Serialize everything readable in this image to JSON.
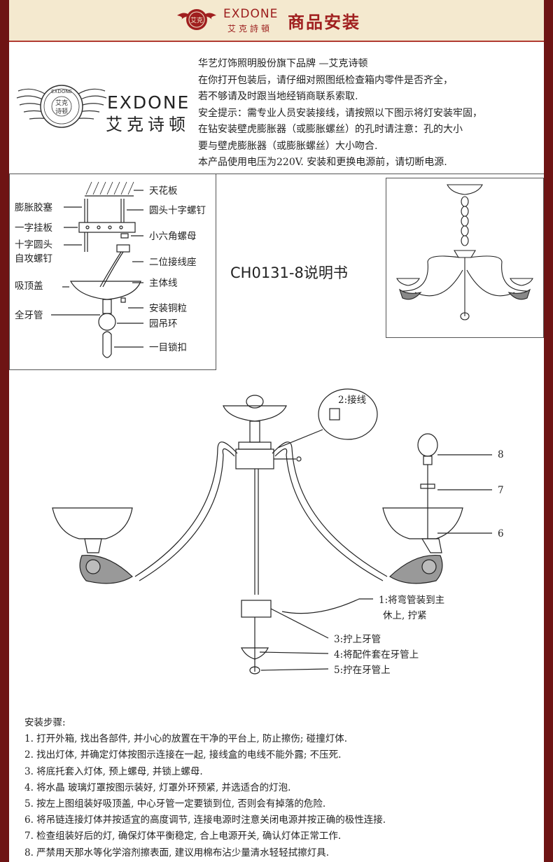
{
  "header": {
    "brand": "EXDONE",
    "brand_cn": "艾克詩頓",
    "title": "商品安装",
    "colors": {
      "accent": "#a01f1f",
      "background": "#f4e9cf",
      "outer": "#6e1414"
    }
  },
  "logo": {
    "brand": "EXDONE",
    "brand_cn": "艾克诗顿",
    "seal_text": "EXDONE",
    "seal_cn_top": "艾克",
    "seal_cn_bottom": "诗顿"
  },
  "intro": {
    "lines": [
      "华艺灯饰照明股份旗下品牌  —艾克诗顿",
      "在你打开包装后，请仔细对照图纸检查箱内零件是否齐全，",
      "若不够请及时跟当地经销商联系索取.",
      "安全提示：需专业人员安装接线，请按照以下图示将灯安装牢固，",
      "在钻安装壁虎膨胀器（或膨胀螺丝）的孔时请注意：孔的大小",
      "要与壁虎膨胀器（或膨胀螺丝）大小吻合.",
      "本产品使用电压为220V. 安装和更换电源前，请切断电源."
    ]
  },
  "parts_diagram": {
    "left_labels": {
      "anchor": "膨胀胶塞",
      "bracket": "一字挂板",
      "screw": "十字圆头",
      "screw2": "自攻螺钉",
      "canopy": "吸顶盖",
      "threaded_rod": "全牙管"
    },
    "right_labels": {
      "ceiling": "天花板",
      "round_screw": "圆头十字螺钉",
      "hex_nut": "小六角螺母",
      "terminal": "二位接线座",
      "main_wire": "主体线",
      "copper": "安装铜粒",
      "ring": "园吊环",
      "lock_buckle": "一目锁扣"
    }
  },
  "model": {
    "name": "CH0131-8说明书"
  },
  "assembly": {
    "callouts": {
      "c2": "2:接线",
      "c8": "8",
      "c7": "7",
      "c6": "6",
      "c1a": "1:将弯管装到主",
      "c1b": "休上, 拧紧",
      "c3": "3:拧上牙管",
      "c4": "4:将配件套在牙管上",
      "c5": "5:拧在牙管上"
    }
  },
  "steps": {
    "title": "安装步骤:",
    "items": [
      "1. 打开外箱, 找出各部件, 并小心的放置在干净的平台上, 防止擦伤; 碰撞灯体.",
      "2. 找出灯体, 并确定灯体按图示连接在一起, 接线盒的电线不能外露; 不压死.",
      "3. 将底托套入灯体, 预上螺母, 并锁上螺母.",
      "4. 将水晶 玻璃灯罩按图示装好, 灯罩外环预紧, 并选适合的灯泡.",
      "5. 按左上图组装好吸顶盖, 中心牙管一定要锁到位, 否则会有掉落的危险.",
      "6. 将吊链连接灯体并按适宜的高度调节, 连接电源时注意关闭电源并按正确的极性连接.",
      "7. 检查组装好后的灯, 确保灯体平衡稳定, 合上电源开关, 确认灯体正常工作.",
      "8. 严禁用天那水等化学溶剂擦表面, 建议用棉布沾少量清水轻轻拭擦灯具."
    ]
  }
}
